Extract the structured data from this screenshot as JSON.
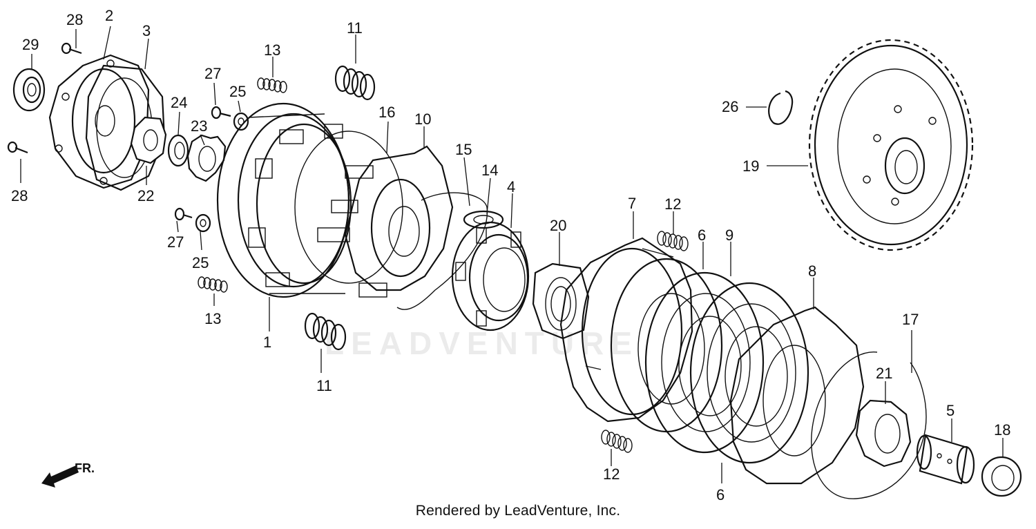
{
  "diagram": {
    "callouts": [
      "1",
      "2",
      "3",
      "4",
      "5",
      "6",
      "6",
      "7",
      "8",
      "9",
      "10",
      "11",
      "11",
      "12",
      "12",
      "13",
      "13",
      "14",
      "15",
      "16",
      "17",
      "18",
      "19",
      "20",
      "21",
      "22",
      "23",
      "24",
      "25",
      "25",
      "26",
      "27",
      "27",
      "28",
      "28",
      "29"
    ],
    "direction_label": "FR.",
    "watermark": "LEADVENTURE",
    "credit": "Rendered by LeadVenture, Inc."
  },
  "colors": {
    "line": "#111111",
    "background": "#ffffff"
  }
}
